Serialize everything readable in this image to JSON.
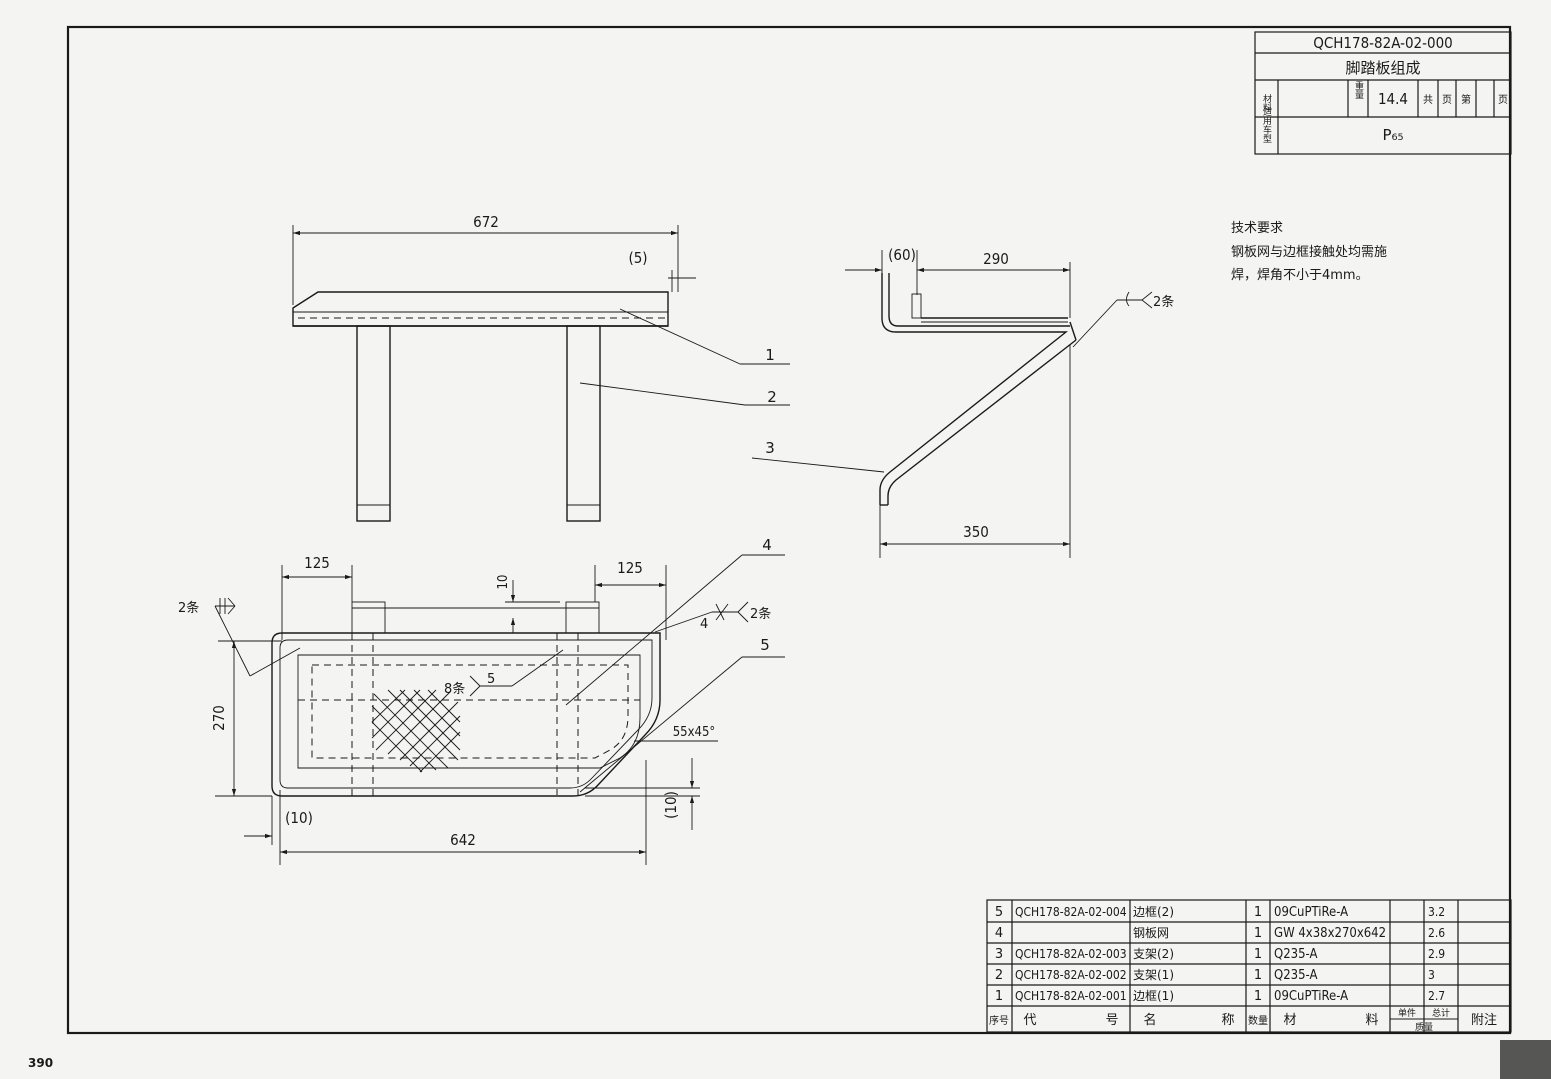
{
  "page_number": "390",
  "title_block": {
    "drawing_no": "QCH178-82A-02-000",
    "name": "脚踏板组成",
    "material_label": "材料",
    "material": "",
    "weight_label": "重量",
    "weight": "14.4",
    "total_label": "共",
    "page_label": "页",
    "sheet_label": "第",
    "page_label2": "页",
    "applicable_label": "适用车型",
    "applicable": "P₆₅"
  },
  "tech_requirements": {
    "heading": "技术要求",
    "line1": "钢板网与边框接触处均需施",
    "line2": "焊，焊角不小于4mm。"
  },
  "dimensions": {
    "d672": "672",
    "d5": "(5)",
    "d60": "(60)",
    "d290": "290",
    "d350": "350",
    "d125a": "125",
    "d125b": "125",
    "d10": "10",
    "d270": "270",
    "d10b": "(10)",
    "d10c": "(10)",
    "d642": "642",
    "chamfer": "55x45°"
  },
  "weld_notes": {
    "w1": "2条",
    "w2": "2条",
    "w3": "2条",
    "w3_size": "4",
    "w4": "8条",
    "w4_size": "5"
  },
  "balloons": [
    "1",
    "2",
    "3",
    "4",
    "5"
  ],
  "parts_list": {
    "header": {
      "seq": "序号",
      "code_a": "代",
      "code_b": "号",
      "name_a": "名",
      "name_b": "称",
      "qty": "数量",
      "mat_a": "材",
      "mat_b": "料",
      "unit_wt": "单件",
      "total_wt": "总计",
      "mass": "质量",
      "note": "附注"
    },
    "rows": [
      {
        "seq": "5",
        "code": "QCH178-82A-02-004",
        "name": "边框(2)",
        "qty": "1",
        "material": "09CuPTiRe-A",
        "unit": "3.2"
      },
      {
        "seq": "4",
        "code": "",
        "name": "钢板网",
        "qty": "1",
        "material": "GW 4x38x270x642",
        "unit": "2.6"
      },
      {
        "seq": "3",
        "code": "QCH178-82A-02-003",
        "name": "支架(2)",
        "qty": "1",
        "material": "Q235-A",
        "unit": "2.9"
      },
      {
        "seq": "2",
        "code": "QCH178-82A-02-002",
        "name": "支架(1)",
        "qty": "1",
        "material": "Q235-A",
        "unit": "3"
      },
      {
        "seq": "1",
        "code": "QCH178-82A-02-001",
        "name": "边框(1)",
        "qty": "1",
        "material": "09CuPTiRe-A",
        "unit": "2.7"
      }
    ]
  }
}
